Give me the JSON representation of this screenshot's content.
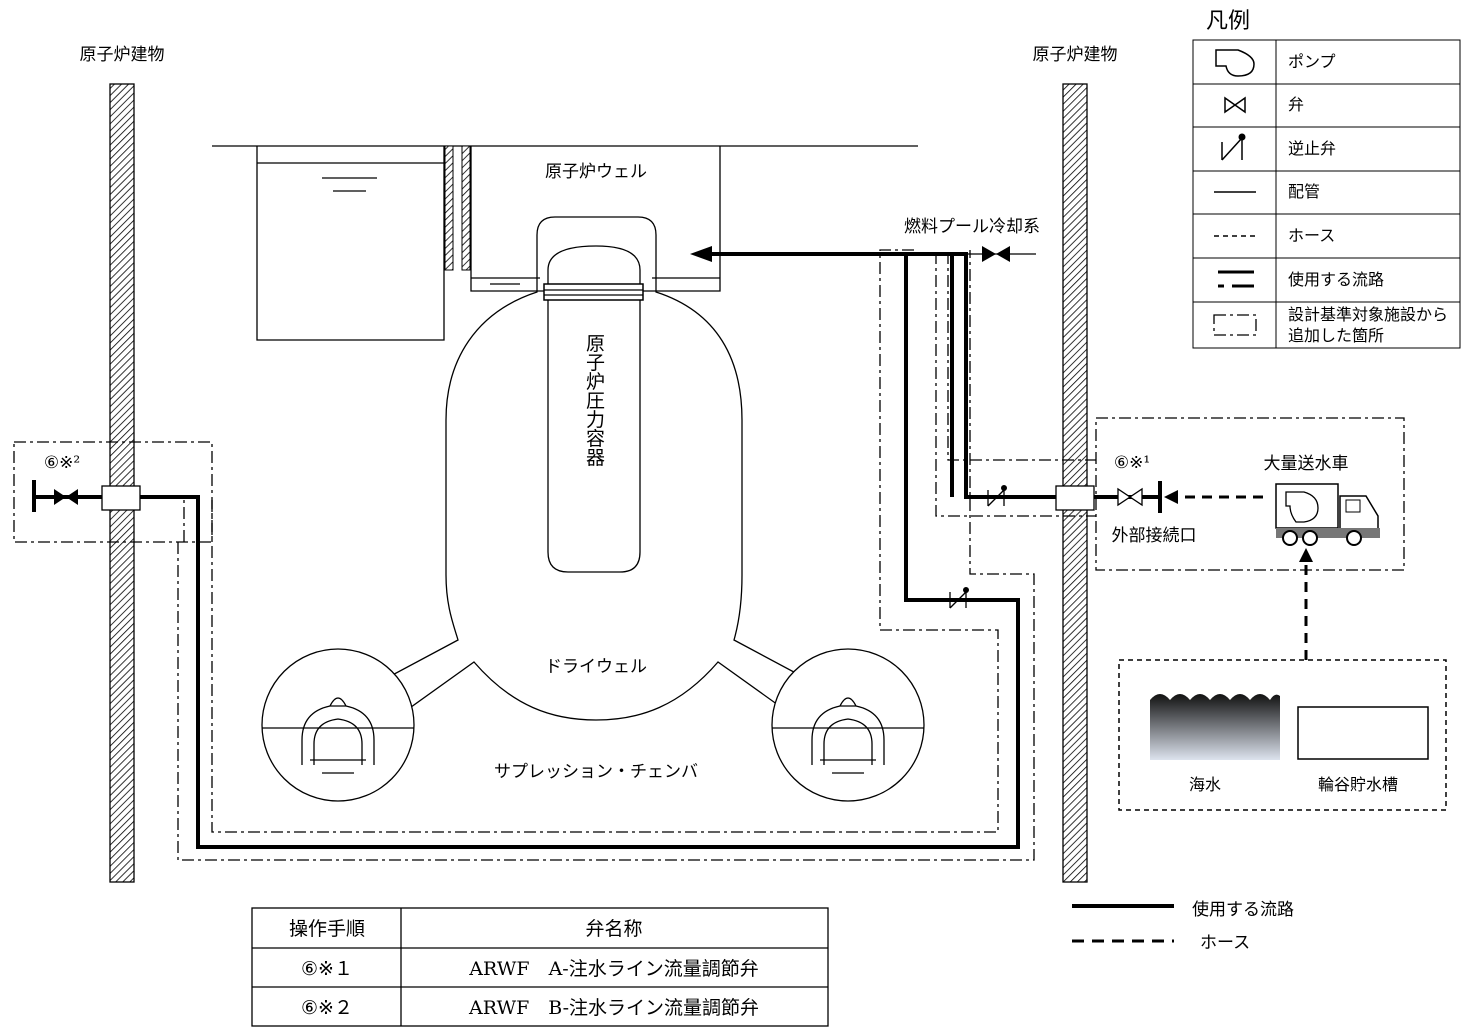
{
  "labels": {
    "reactor_building_left": "原子炉建物",
    "reactor_building_right": "原子炉建物",
    "reactor_well": "原子炉ウェル",
    "rpv": "原子炉圧力容器",
    "drywell": "ドライウェル",
    "suppression_chamber": "サプレッション・チェンバ",
    "fuel_pool_cooling": "燃料プール冷却系",
    "external_connection": "外部接続口",
    "pump_truck": "大量送水車",
    "seawater": "海水",
    "storage_tank": "輪谷貯水槽",
    "valve_left_mark": "⑥※²",
    "valve_right_mark": "⑥※¹"
  },
  "legend": {
    "title": "凡例",
    "items": [
      {
        "icon": "pump-icon",
        "label": "ポンプ"
      },
      {
        "icon": "valve-icon",
        "label": "弁"
      },
      {
        "icon": "check-valve-icon",
        "label": "逆止弁"
      },
      {
        "icon": "piping-line-icon",
        "label": "配管"
      },
      {
        "icon": "hose-line-icon",
        "label": "ホース"
      },
      {
        "icon": "used-flow-path-icon",
        "label": "使用する流路"
      },
      {
        "icon": "added-location-box-icon",
        "label": "設計基準対象施設から",
        "label2": "追加した箇所"
      }
    ]
  },
  "bottom_legend": {
    "used_path": "使用する流路",
    "hose": "ホース"
  },
  "valve_table": {
    "headers": [
      "操作手順",
      "弁名称"
    ],
    "rows": [
      {
        "step": "⑥※１",
        "name": "ARWF　A-注水ライン流量調節弁"
      },
      {
        "step": "⑥※２",
        "name": "ARWF　B-注水ライン流量調節弁"
      }
    ]
  }
}
